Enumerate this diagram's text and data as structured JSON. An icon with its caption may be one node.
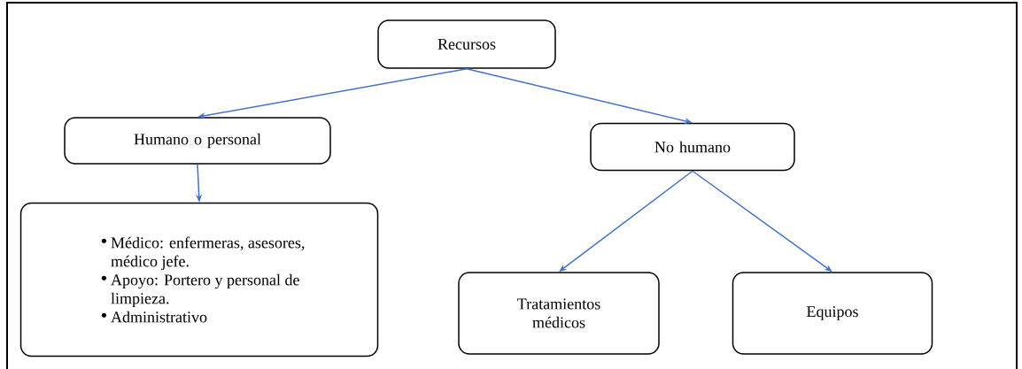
{
  "diagram": {
    "nodes": [
      {
        "text": [
          "Recursos"
        ]
      },
      {
        "text": [
          "Humano o personal"
        ]
      },
      {
        "text": [
          "No humano"
        ]
      },
      {
        "text": [
          "Médico: enfermeras, asesores, médico jefe.",
          "Apoyo: Portero y personal de limpieza.",
          "Administrativo"
        ]
      },
      {
        "text": [
          "Tratamientos médicos"
        ]
      },
      {
        "text": [
          "Equipos"
        ]
      }
    ],
    "edges": [
      {
        "from": 0,
        "to": 1,
        "arrow": "to"
      },
      {
        "from": 0,
        "to": 2,
        "arrow": "to"
      },
      {
        "from": 1,
        "to": 3,
        "arrow": "to"
      },
      {
        "from": 2,
        "to": 4,
        "arrow": "to"
      },
      {
        "from": 2,
        "to": 5,
        "arrow": "to"
      }
    ]
  }
}
